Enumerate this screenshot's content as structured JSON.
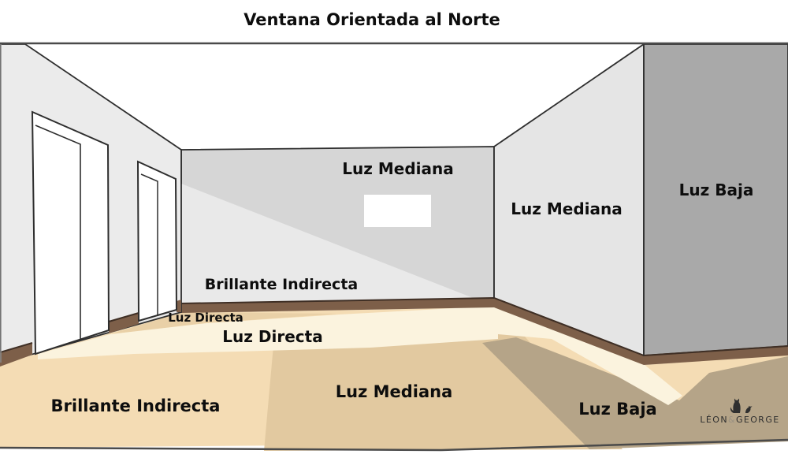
{
  "title": "Ventana Orientada al Norte",
  "labels": {
    "back_wall_medium": "Luz Mediana",
    "right_wall_medium": "Luz Mediana",
    "far_wall_low": "Luz Baja",
    "back_wall_bright_indirect": "Brillante Indirecta",
    "floor_direct_small": "Luz Directa",
    "floor_direct": "Luz Directa",
    "floor_bright_indirect": "Brillante Indirecta",
    "floor_medium": "Luz Mediana",
    "floor_low": "Luz Baja"
  },
  "brand": {
    "first": "LÉON",
    "amp": "&",
    "last": "GEORGE",
    "icons": [
      "cat-icon",
      "bird-icon"
    ]
  },
  "palette": {
    "ceiling": "#ffffff",
    "left_wall": "#ebebeb",
    "back_wall": "#d6d6d6",
    "back_wall_light": "#e9e9e9",
    "right_wall": "#e5e5e5",
    "far_wall": "#a9a9a9",
    "window": "#ffffff",
    "door": "#ffffff",
    "baseboard": "#7d5f49",
    "baseboard_edge": "#3f2f25",
    "floor_bright": "#fbf3de",
    "floor_peach": "#f4dcb4",
    "floor_strip": "#e9d0a7",
    "floor_medium": "#e2c9a0",
    "floor_low": "#b5a488",
    "outline": "#2e2e2e",
    "frame_line": "#4a4a4a",
    "logo_ink": "#2f2f2f"
  }
}
